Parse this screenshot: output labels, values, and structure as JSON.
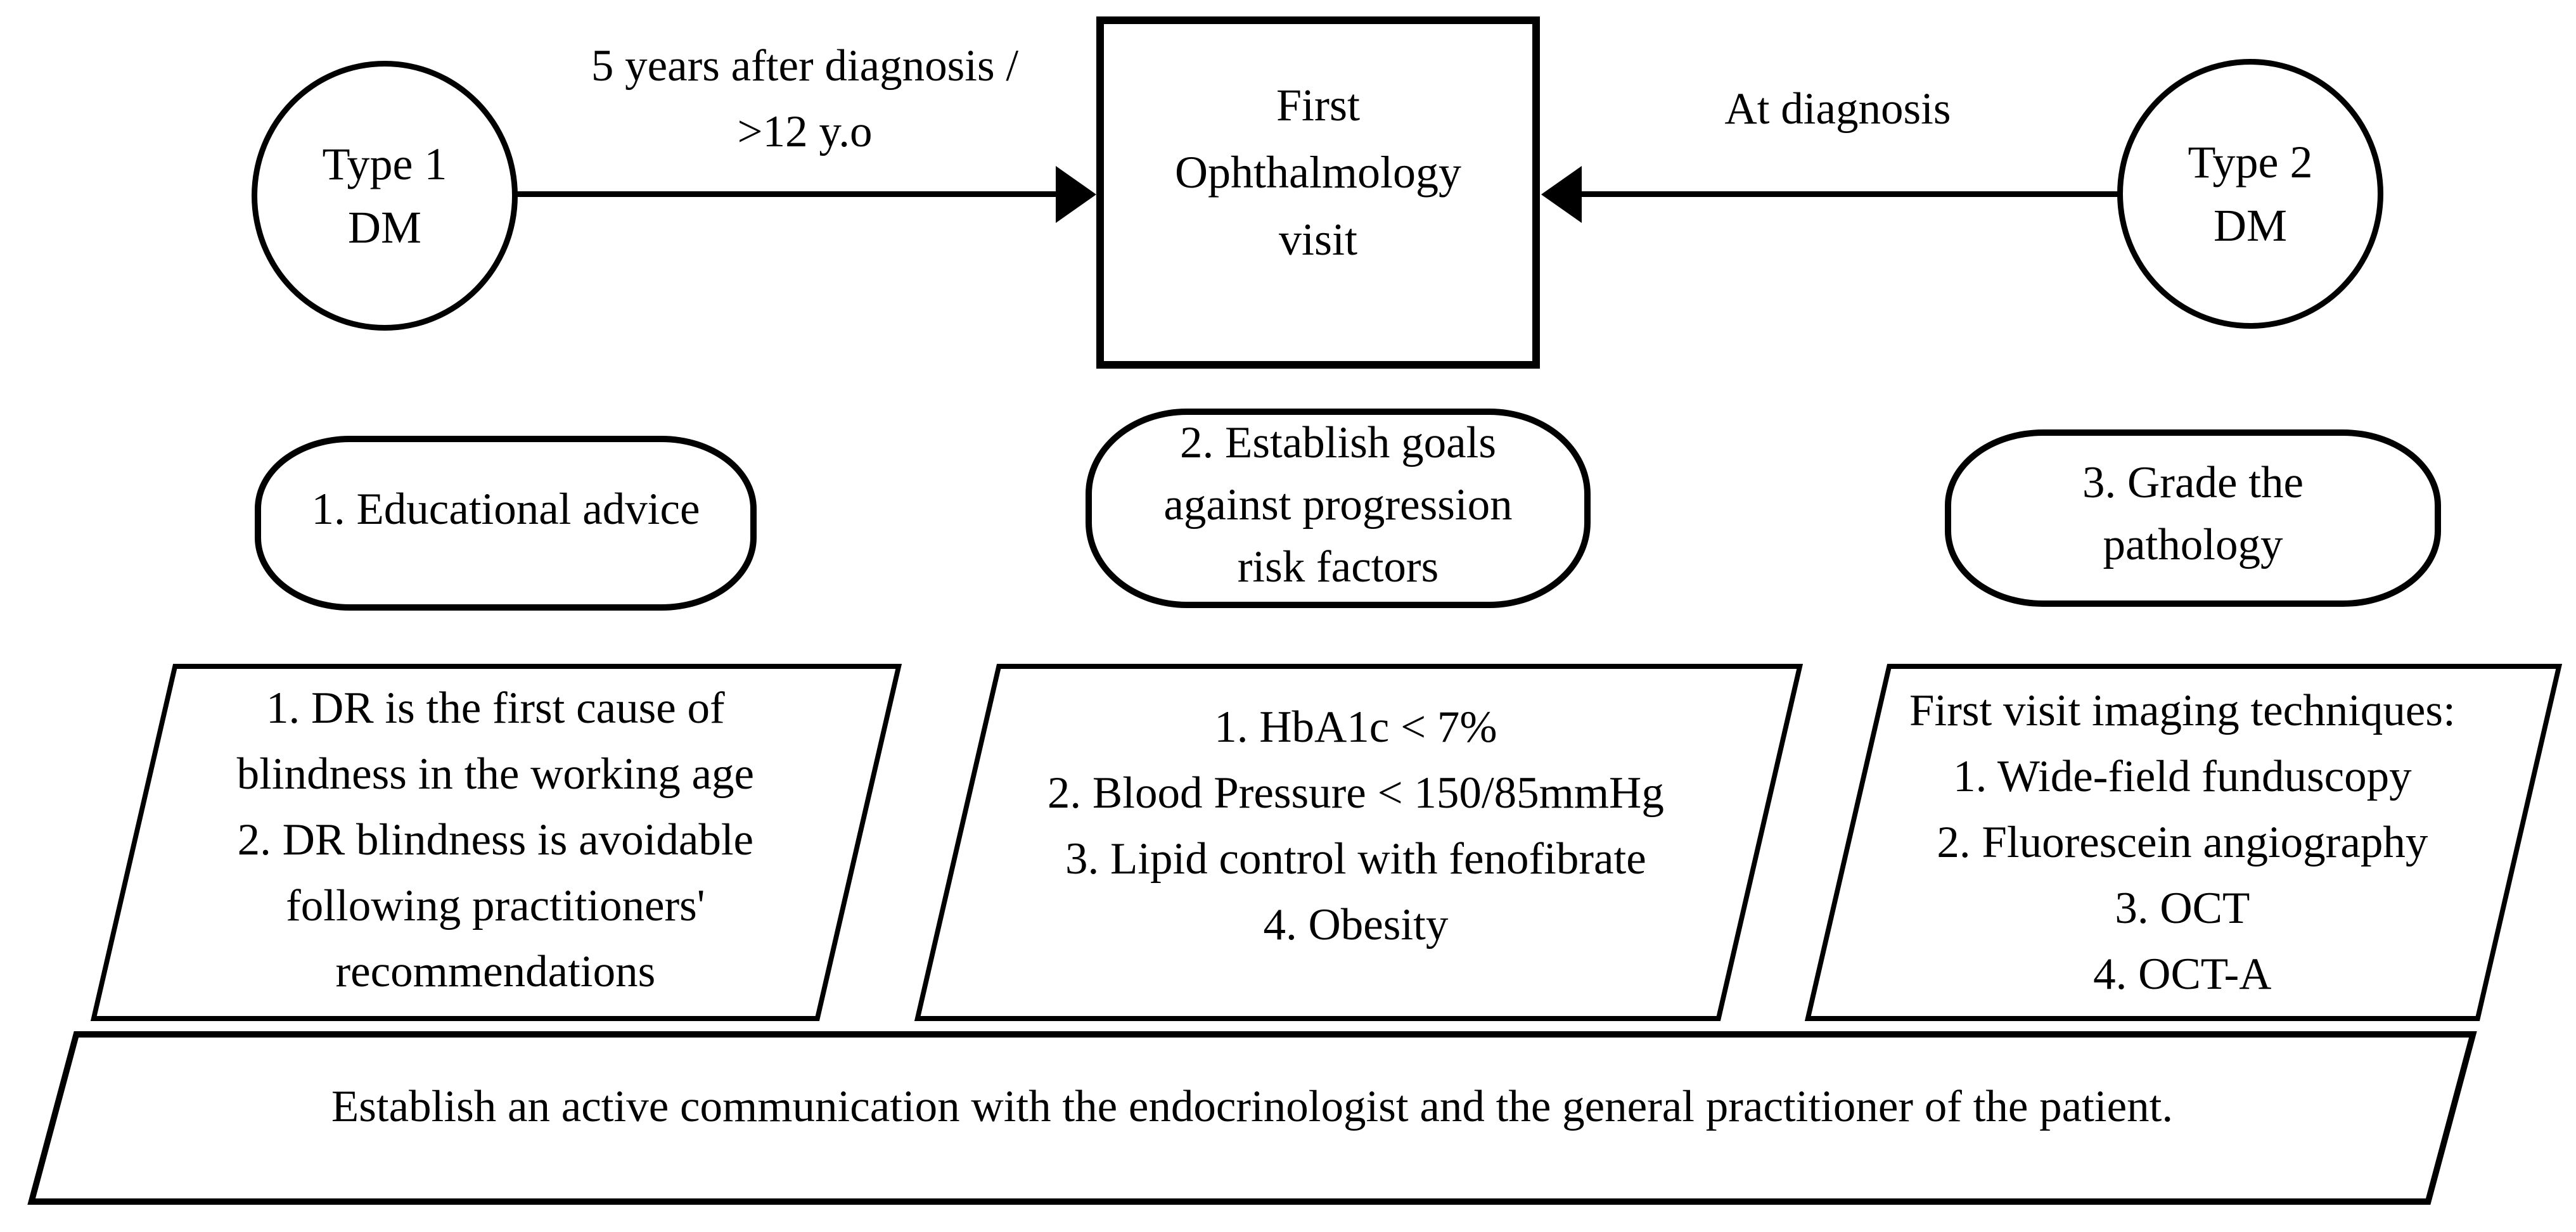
{
  "figure": {
    "background": "#ffffff",
    "stroke_color": "#000000"
  },
  "nodes": {
    "type1_dm": {
      "lines": [
        "Type 1",
        "DM"
      ]
    },
    "type2_dm": {
      "lines": [
        "Type 2",
        "DM"
      ]
    },
    "first_visit": {
      "lines": [
        "First",
        "Ophthalmology",
        "visit"
      ]
    }
  },
  "edges": {
    "type1_to_visit": {
      "label_lines": [
        "5 years after diagnosis /",
        ">12 y.o"
      ]
    },
    "type2_to_visit": {
      "label": "At diagnosis"
    }
  },
  "steps": {
    "educational_advice": {
      "label": "1. Educational advice"
    },
    "establish_goals": {
      "lines": [
        "2. Establish goals",
        "against progression",
        "risk factors"
      ]
    },
    "grade_pathology": {
      "lines": [
        "3. Grade the",
        "pathology"
      ]
    }
  },
  "notes": {
    "educational_advice_notes": {
      "lines": [
        "1. DR is the first cause of",
        "blindness in the working age",
        "2. DR blindness is avoidable",
        "following practitioners'",
        "recommendations"
      ]
    },
    "goals_notes": {
      "lines": [
        "1. HbA1c < 7%",
        "2. Blood Pressure < 150/85mmHg",
        "3. Lipid control with fenofibrate",
        "4. Obesity"
      ]
    },
    "imaging_notes": {
      "lines": [
        "First visit imaging techniques:",
        "1. Wide-field funduscopy",
        "2. Fluorescein angiography",
        "3. OCT",
        "4. OCT-A"
      ]
    },
    "footer": {
      "text": "Establish an active communication with the endocrinologist and the general practitioner of the patient."
    }
  }
}
